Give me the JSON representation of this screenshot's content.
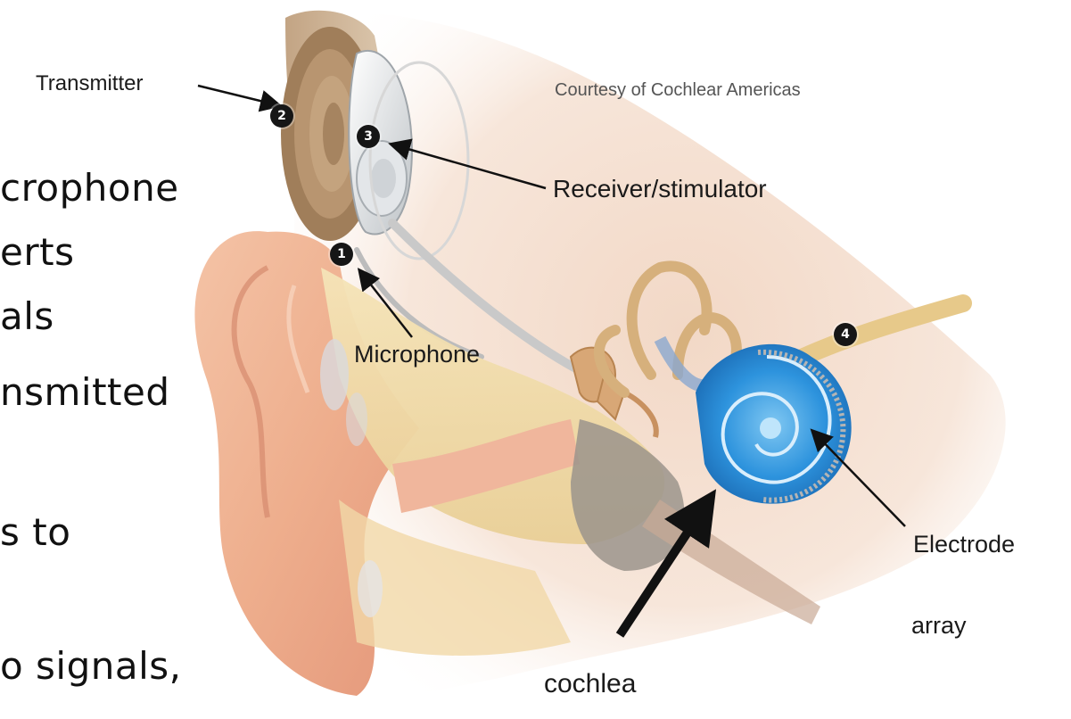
{
  "slide": {
    "bullet_lines": [
      "crophone",
      "erts",
      "als",
      "nsmitted",
      "s to",
      "o signals,"
    ]
  },
  "figure": {
    "courtesy": "Courtesy of Cochlear Americas",
    "labels": {
      "transmitter": "Transmitter",
      "receiver_stimulator": "Receiver/stimulator",
      "microphone": "Microphone",
      "electrode_line1": "Electrode",
      "electrode_line2": "array",
      "cochlea": "cochlea"
    },
    "markers": [
      "1",
      "2",
      "3",
      "4"
    ]
  }
}
